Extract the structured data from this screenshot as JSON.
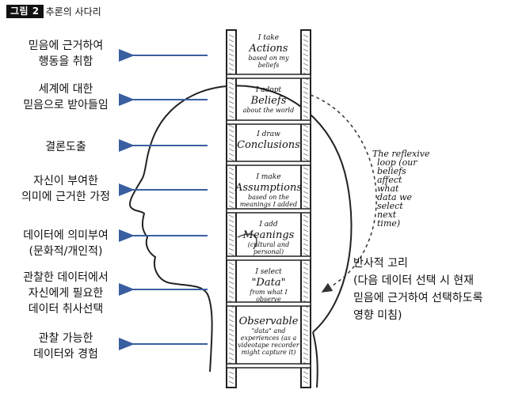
{
  "figure": {
    "badge": "그림 2",
    "title": "추론의 사다리"
  },
  "left_labels": [
    {
      "lines": [
        "믿음에 근거하여",
        "행동을 취함"
      ]
    },
    {
      "lines": [
        "세계에 대한",
        "믿음으로 받아들임"
      ]
    },
    {
      "lines": [
        "결론도출"
      ]
    },
    {
      "lines": [
        "자신이 부여한",
        "의미에 근거한 가정"
      ]
    },
    {
      "lines": [
        "데이터에 의미부여",
        "(문화적/개인적)"
      ]
    },
    {
      "lines": [
        "관찰한 데이터에서",
        "자신에게 필요한",
        "데이터 취사선택"
      ]
    },
    {
      "lines": [
        "관찰 가능한",
        "데이터와 경험"
      ]
    }
  ],
  "right_note": {
    "lines": [
      "반사적 고리",
      "(다음 데이터 선택 시 현재",
      "믿음에 근거하여 선택하도록",
      "영향 미침)"
    ]
  },
  "rungs": [
    {
      "small": "I take",
      "big": "Actions",
      "sub": "based on my beliefs"
    },
    {
      "small": "I adopt",
      "big": "Beliefs",
      "sub": "about the world"
    },
    {
      "small": "I draw",
      "big": "Conclusions",
      "sub": ""
    },
    {
      "small": "I make",
      "big": "Assumptions",
      "sub": "based on the meanings I added"
    },
    {
      "small": "I add",
      "big": "Meanings",
      "sub": "(cultural and personal)"
    },
    {
      "small": "I select",
      "big": "\"Data\"",
      "sub": "from what I observe"
    },
    {
      "small": "",
      "big": "Observable",
      "sub": "\"data\" and experiences (as a videotape recorder might capture it)"
    }
  ],
  "loop_note": {
    "lines": [
      "The reflexive",
      "loop (our",
      "beliefs",
      "affect",
      "what",
      "data we",
      "select",
      "next",
      "time)"
    ]
  }
}
